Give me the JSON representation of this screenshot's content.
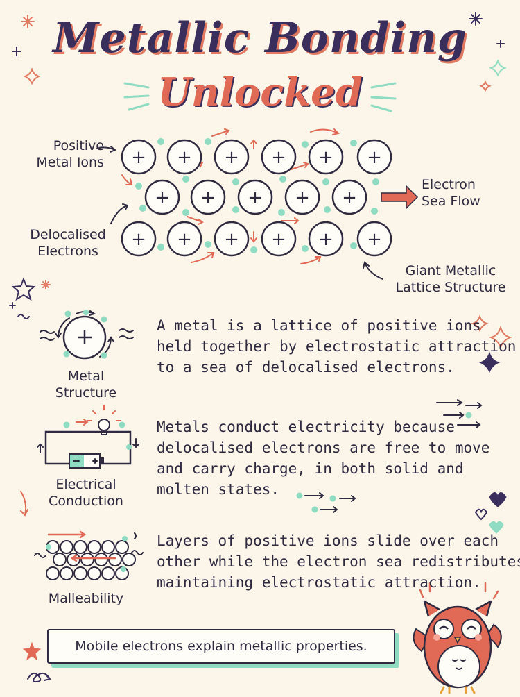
{
  "title": {
    "main": "Metallic Bonding",
    "sub": "Unlocked"
  },
  "lattice": {
    "ion_symbol": "+",
    "label_positive_ions": [
      "Positive",
      "Metal Ions"
    ],
    "label_delocalised": [
      "Delocalised",
      "Electrons"
    ],
    "label_flow": [
      "Electron",
      "Sea Flow"
    ],
    "label_lattice": [
      "Giant Metallic",
      "Lattice Structure"
    ]
  },
  "sections": [
    {
      "icon_label": [
        "Metal",
        "Structure"
      ],
      "text_lines": [
        "A metal is a lattice of positive ions",
        "held together by electrostatic attraction",
        "to a sea of delocalised electrons."
      ]
    },
    {
      "icon_label": [
        "Electrical",
        "Conduction"
      ],
      "text_lines": [
        "Metals conduct electricity because",
        "delocalised electrons are free to move",
        "and carry charge, in both solid and",
        "molten states."
      ]
    },
    {
      "icon_label": [
        "Malleability"
      ],
      "text_lines": [
        "Layers of positive ions slide over each",
        "other while the electron sea redistributes,",
        "maintaining electrostatic attraction."
      ]
    }
  ],
  "summary": "Mobile electrons explain metallic properties.",
  "colors": {
    "navy": "#3a2f5c",
    "coral": "#e06a55",
    "mint": "#8fdcc2",
    "paper": "#fbf6e9",
    "ink": "#2f2a40"
  }
}
